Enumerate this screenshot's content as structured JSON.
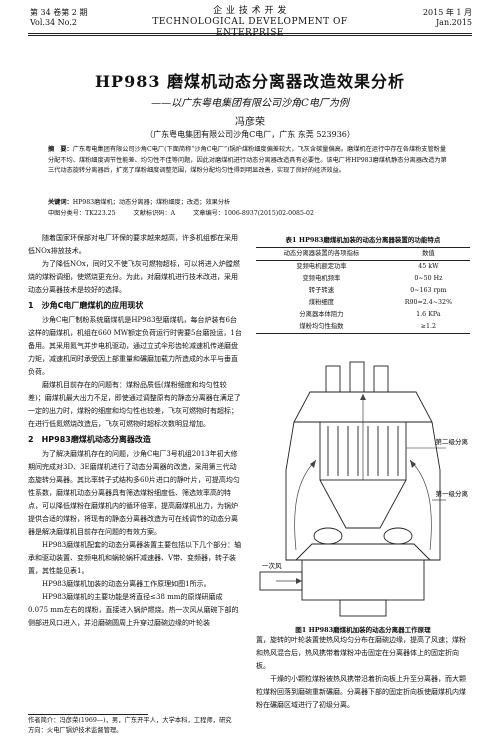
{
  "header": {
    "left_line1": "第 34 卷第 2 期",
    "left_line2": "Vol.34  No.2",
    "center_line1": "企 业 技 术 开 发",
    "center_line2": "TECHNOLOGICAL DEVELOPMENT OF ENTERPRISE",
    "right_line1": "2015 年 1 月",
    "right_line2": "Jan.2015"
  },
  "article": {
    "title": "HP983 磨煤机动态分离器改造效果分析",
    "subtitle": "——以广东粤电集团有限公司沙角C电厂为例",
    "author": "冯彦荣",
    "affiliation": "（广东粤电集团有限公司沙角C电厂，广东 东莞 523936）",
    "abstract_label": "摘　要：",
    "abstract_text": "广东粤电集团有限公司沙角C电厂(下面简称“沙角C电厂”)锅炉煤粉细度偏差较大，飞灰含碳量偏高。磨煤机在运行中存在各煤粉支管粉量分配不均、煤粉细度调节性能差、均匀性不佳等问题，因此对磨煤机进行动态分离器改造具有必要性。该电厂将HP983磨煤机静态分离器改造为第三代动态旋转分离器后，扩宽了煤粉细度调整范围，煤粉分配均匀性得到明显改善，实现了良好的经济效益。",
    "keywords_label": "关键词：",
    "keywords": "HP983磨煤机；动态分离器；煤粉细度；改造；效果分析",
    "clc": "中图分类号：TK223.25",
    "doc_code": "文献标识码：A",
    "article_no": "文章编号：1006-8937(2015)02-0085-02"
  },
  "body_left": {
    "intro_p1": "随着国家环保部对电厂环保的要求越来越高，许多机组都在采用低NOx排放技术。",
    "intro_p2": "为了降低NOx，同时又不使飞灰可燃物超标，可以将进入炉膛燃烧的煤粉调细，使燃烧更充分。为此，对磨煤机进行技术改进，采用动态分离器技术是较好的选择。",
    "h1": "1　沙角C电厂磨煤机的应用现状",
    "s1_p1": "沙角C电厂制粉系统磨煤机是HP983型磨煤机，每台炉装有6台这样的磨煤机，机组在660 MW额定负荷运行时需要5台磨投运，1台备用。其采用氮气并步电机驱动，通过立式伞形齿轮减速机传递磨盘力矩，减速机同时承受因上部重量和碾磨加载力所造成的水平与垂直负荷。",
    "s1_p2": "磨煤机目前存在的问题有：煤粉品质低(煤粉细度和均匀性较差)；磨煤机最大出力不足，即使通过调整原有的静态分离器在满足了一定的出力时，煤粉的细度和均匀性也较差，飞灰可燃物时有超标；在进行低氮燃烧改造后，飞灰可燃物时超标次数明显增加。",
    "h2": "2　HP983磨煤机动态分离器改造",
    "s2_p1": "为了解决磨煤机存在的问题，沙角C电厂3号机组2013年初大修期间完成对3D、3E磨煤机进行了动态分离器的改造，采用第三代动态旋转分离器。其比率转子式结构多60片进口的静叶片，可提高均匀性系数，磨煤机动态分离器具有筛选煤粉细度低、筛选效率高的特点，可以降低煤粉在磨煤机内的循环倍率，提高磨煤机出力，为锅炉提供合适的煤粉，将现有的静态分离器改造为可在线调节的动态分离器是解决磨煤机目前存在问题的有效方案。",
    "s2_p2": "HP983磨煤机配套的动态分离器装置主要包括以下几个部分：轴承和驱动装置、变频电机和蜗轮蜗杆减速器、V带、变频器，转子装置，其性能见表1。",
    "s2_p3": "HP983磨煤机加装的动态分离器工作原理如图1所示。",
    "s2_p4": "HP983磨煤机的主要功能是将直径≤38 mm的原煤研磨成0.075 mm左右的煤粉，直接进入锅炉燃烧。热一次风从磨碗下部的侧部进风口进入，并沿磨碗圆周上升穿过磨碗边缘的叶轮装"
  },
  "table1": {
    "caption": "表1  HP983磨煤机加装的动态分离器装置的功能特点",
    "headers": [
      "动态分离器装置的各项指标",
      "数值"
    ],
    "rows": [
      [
        "变频电机额定功率",
        "45 kW"
      ],
      [
        "变频电机频率",
        "0~50 Hz"
      ],
      [
        "转子转速",
        "0~163 rpm"
      ],
      [
        "煤粉细度",
        "R90=2.4~32%"
      ],
      [
        "分离器本体阻力",
        "1.6 KPa"
      ],
      [
        "煤粉均匀性指数",
        "≥1.2"
      ]
    ]
  },
  "figure1": {
    "caption": "图1  HP983磨煤机加装的动态分离器工作原理",
    "label_top": "第二级分离",
    "label_mid": "第一级分离",
    "label_low": "一次风"
  },
  "body_right": {
    "p1": "置，旋转的叶轮装置使热风均匀分布在磨碗边缘，提高了风速；煤粉和热风混合后，热风携带着煤粉冲击固定在分离器体上的固定折向板。",
    "p2": "干燥的小颗粒煤粉被热风携带沿着折向板上升至分离器，而大颗粒煤粉回落到磨碗重新碾磨。分离器下部的固定折向板使磨煤机内煤粉在碾磨区域进行了初级分离。"
  },
  "footnote": {
    "line1": "作者简介：冯彦荣(1969—)，男，广东开平人，大学本科，工程师，研究",
    "line2": "方向：火电厂锅炉技术监督管理。"
  }
}
